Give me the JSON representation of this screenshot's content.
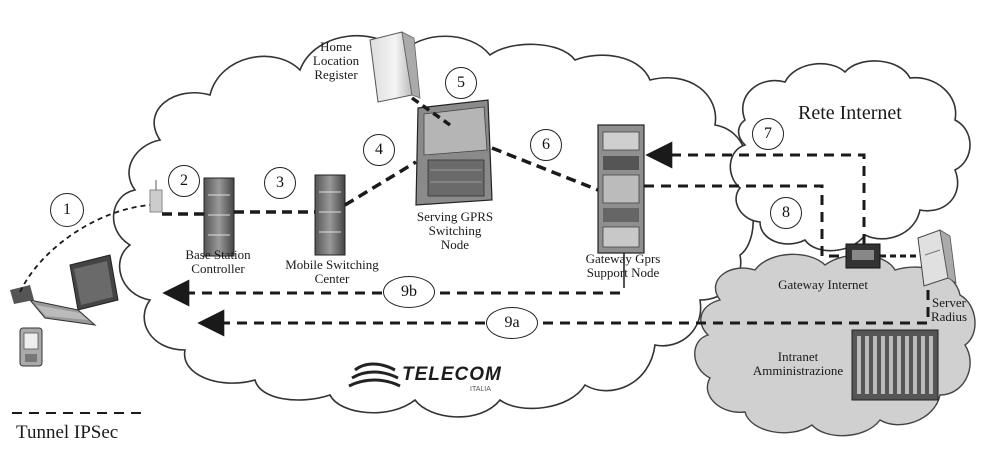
{
  "diagram": {
    "nodes": {
      "hlr": [
        "Home",
        "Location",
        "Register"
      ],
      "bsc": [
        "Base Station",
        "Controller"
      ],
      "msc": [
        "Mobile Switching",
        "Center"
      ],
      "sgsn": [
        "Serving GPRS",
        "Switching",
        "Node"
      ],
      "ggsn": [
        "Gateway Gprs",
        "Support Node"
      ],
      "gateway_internet": "Gateway Internet",
      "server_radius": [
        "Server",
        "Radius"
      ],
      "intranet": [
        "Intranet",
        "Amministrazione"
      ]
    },
    "clouds": {
      "internet": "Rete Internet"
    },
    "steps": [
      "1",
      "2",
      "3",
      "4",
      "5",
      "6",
      "7",
      "8",
      "9b",
      "9a"
    ],
    "operator_logo": "TELECOM",
    "operator_logo_sub": "ITALIA",
    "legend": {
      "label": "Tunnel IPSec"
    },
    "colors": {
      "line": "#1a1a1a",
      "intranet_cloud": "#d0d0d0",
      "device": "#777777"
    }
  }
}
